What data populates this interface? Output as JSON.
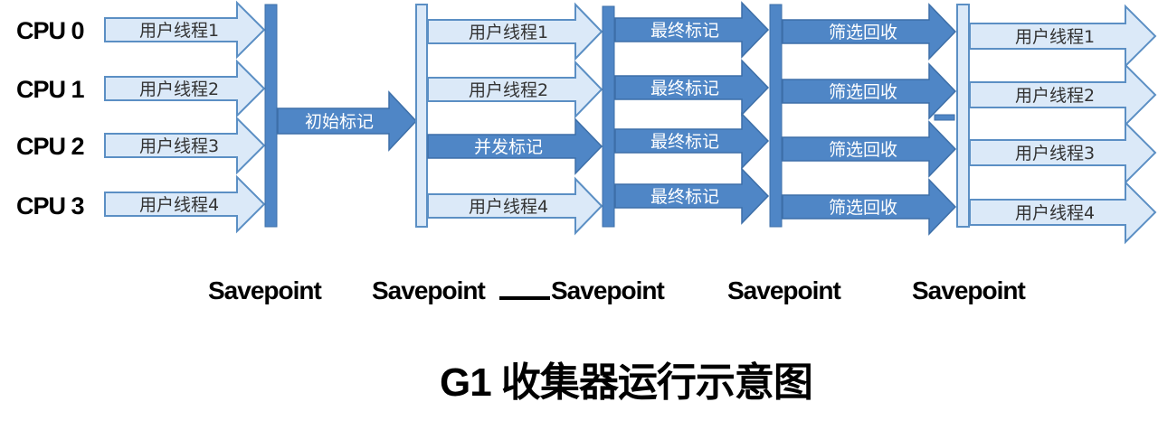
{
  "cpus": [
    "CPU 0",
    "CPU 1",
    "CPU 2",
    "CPU 3"
  ],
  "phase1": {
    "labels": [
      "用户线程1",
      "用户线程2",
      "用户线程3",
      "用户线程4"
    ]
  },
  "initial_mark": "初始标记",
  "phase2": {
    "labels": [
      "用户线程1",
      "用户线程2",
      "并发标记",
      "用户线程4"
    ]
  },
  "phase3": {
    "labels": [
      "最终标记",
      "最终标记",
      "最终标记",
      "最终标记"
    ]
  },
  "phase4": {
    "labels": [
      "筛选回收",
      "筛选回收",
      "筛选回收",
      "筛选回收"
    ]
  },
  "phase5": {
    "labels": [
      "用户线程1",
      "用户线程2",
      "用户线程3",
      "用户线程4"
    ]
  },
  "savepoints": [
    "Savepoint",
    "Savepoint",
    "Savepoint",
    "Savepoint",
    "Savepoint"
  ],
  "title": "G1 收集器运行示意图",
  "colors": {
    "light_fill": "#dbe9f8",
    "light_stroke": "#5b8fc4",
    "dark_fill": "#4f86c6",
    "dark_stroke": "#3d6fa8",
    "dark_text": "#ffffff",
    "light_text": "#333333"
  }
}
